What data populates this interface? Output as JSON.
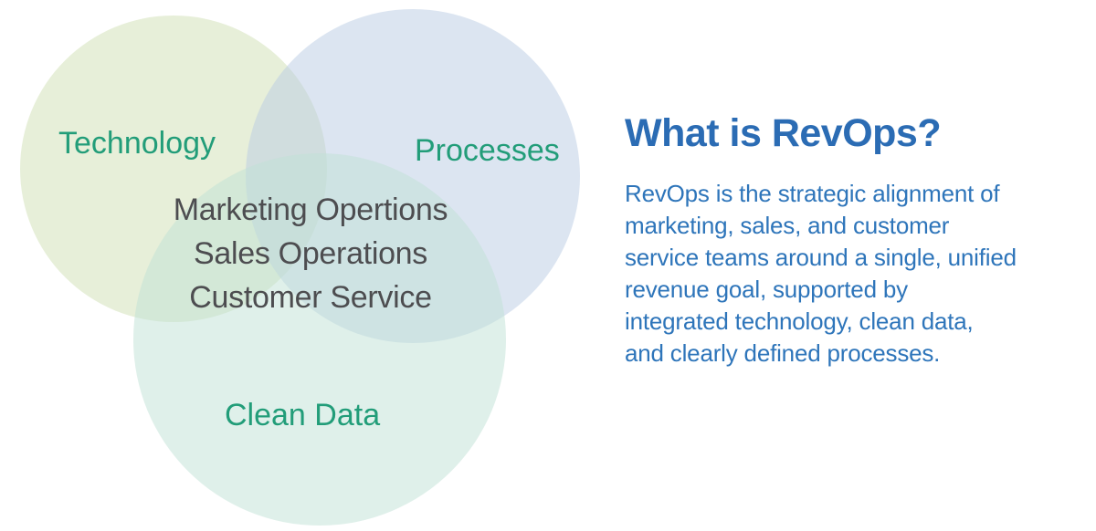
{
  "venn": {
    "circles": [
      {
        "id": "technology",
        "label": "Technology",
        "fill": "#cfdfb4"
      },
      {
        "id": "processes",
        "label": "Processes",
        "fill": "#b9cbe3"
      },
      {
        "id": "clean-data",
        "label": "Clean Data",
        "fill": "#bfe1d5"
      }
    ],
    "circle_fill_opacity": "0.5",
    "label_color": "#229d79",
    "center_items": [
      "Marketing Opertions",
      "Sales Operations",
      "Customer Service"
    ],
    "center_text_color": "#4d4d50"
  },
  "panel": {
    "title": "What is RevOps?",
    "title_color": "#2b6cb4",
    "description_lines": [
      "RevOps is the strategic alignment of",
      "marketing, sales, and customer",
      "service teams around a single, unified",
      "revenue goal, supported by",
      "integrated technology, clean data,",
      "and clearly defined processes."
    ],
    "description_color": "#2e75ba"
  },
  "background_color": "#ffffff"
}
